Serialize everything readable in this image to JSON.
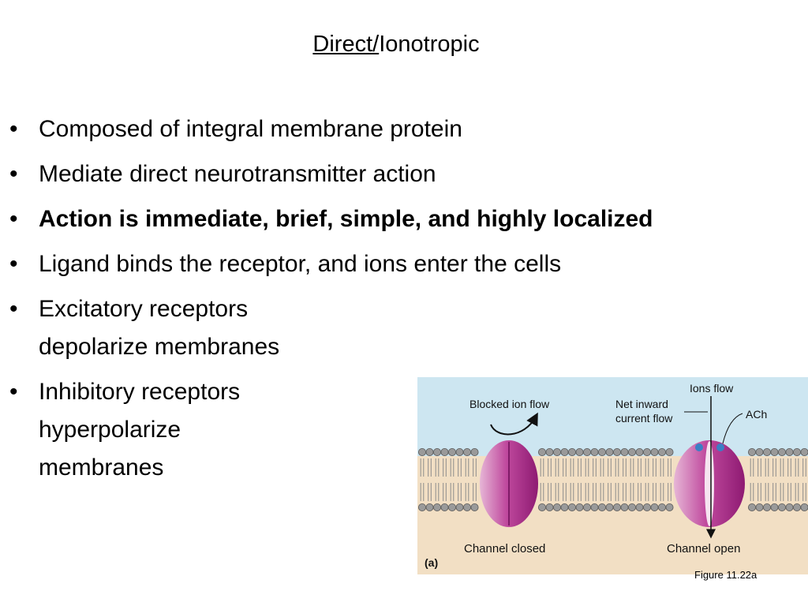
{
  "title": {
    "underlined": "Direct/",
    "rest": "Ionotropic"
  },
  "bullets": [
    {
      "text": "Composed of integral membrane protein",
      "bold": false
    },
    {
      "text": "Mediate direct neurotransmitter action",
      "bold": false
    },
    {
      "text": "Action is immediate, brief, simple, and highly localized",
      "bold": true
    },
    {
      "text": "Ligand binds the receptor, and ions enter the cells",
      "bold": false
    },
    {
      "text": "Excitatory receptors\ndepolarize membranes",
      "bold": false
    },
    {
      "text": "Inhibitory receptors\nhyperpolarize\nmembranes",
      "bold": false
    }
  ],
  "bullet_symbol": "•",
  "figure": {
    "label_blocked": "Blocked ion flow",
    "label_ions_flow": "Ions flow",
    "label_net_inward_1": "Net inward",
    "label_net_inward_2": "current flow",
    "label_ach": "ACh",
    "label_closed": "Channel closed",
    "label_open": "Channel open",
    "label_panel": "(a)",
    "colors": {
      "extracellular": "#cde6f1",
      "intracellular": "#f2dfc4",
      "channel": "#b0278a",
      "lipid_head": "#9a9a9a",
      "ach": "#3b7fc4"
    }
  },
  "caption": "Figure 11.22a"
}
